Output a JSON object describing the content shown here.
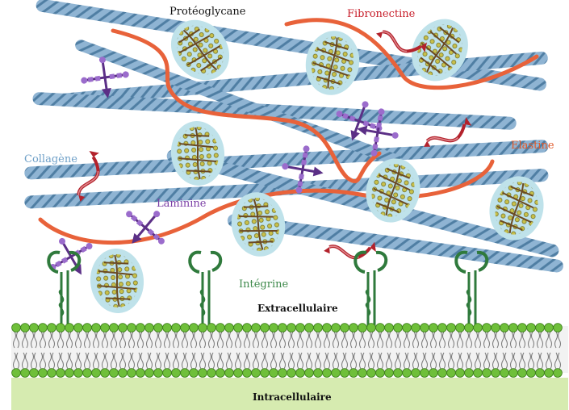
{
  "labels": {
    "proteoglycane": "Protéoglycane",
    "fibronectine": "Fibronectine",
    "collagene": "Collagène",
    "elastine": "Elastine",
    "laminine": "Laminine",
    "integrine": "Intégrine",
    "extracellulaire": "Extracellulaire",
    "intracellulaire": "Intracellulaire"
  },
  "colors": {
    "collagen": "#7fa8c9",
    "collagen_dark": "#4f7ea3",
    "elastin": "#e8623a",
    "fibronectin": "#b3222c",
    "fibronectin_light": "#e08a8f",
    "laminin": "#7b4fa6",
    "proteoglycan_halo": "#bfe2ea",
    "proteoglycan_core": "#8a6a3a",
    "proteoglycan_bead": "#c8c04a",
    "integrin": "#3f8a4c",
    "membrane_head": "#6fbf3a",
    "intracellular": "#d6ebb0",
    "label_proteoglycane": "#111111",
    "label_fibronectine": "#c8202c",
    "label_collagene": "#6fa0c8",
    "label_elastine": "#e05a2a",
    "label_laminine": "#7b3fa6",
    "label_integrine": "#3f8a4c"
  }
}
